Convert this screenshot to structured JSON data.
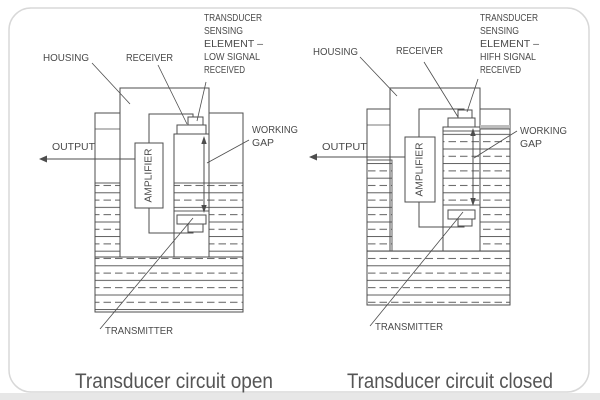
{
  "card": {
    "background": "#ffffff",
    "border_color": "#d8d8d8"
  },
  "colors": {
    "line": "#4d4d4d",
    "text": "#4a4a4a",
    "caption": "#555555",
    "liquid_band": "#bdbdbd"
  },
  "diagrams": [
    {
      "caption": "Transducer circuit open",
      "labels": {
        "housing": "HOUSING",
        "receiver": "RECEIVER",
        "sensing_line1": "TRANSDUCER",
        "sensing_line2": "SENSING",
        "sensing_line3": "ELEMENT –",
        "sensing_line4": "LOW SIGNAL",
        "sensing_line5": "RECEIVED",
        "output": "OUTPUT",
        "amplifier": "AMPLIFIER",
        "working_gap_line1": "WORKING",
        "working_gap_line2": "GAP",
        "transmitter": "TRANSMITTER"
      }
    },
    {
      "caption": "Transducer circuit closed",
      "labels": {
        "housing": "HOUSING",
        "receiver": "RECEIVER",
        "sensing_line1": "TRANSDUCER",
        "sensing_line2": "SENSING",
        "sensing_line3": "ELEMENT –",
        "sensing_line4": "HIFH SIGNAL",
        "sensing_line5": "RECEIVED",
        "output": "OUTPUT",
        "amplifier": "AMPLIFIER",
        "working_gap_line1": "WORKING",
        "working_gap_line2": "GAP",
        "transmitter": "TRANSMITTER"
      }
    }
  ]
}
